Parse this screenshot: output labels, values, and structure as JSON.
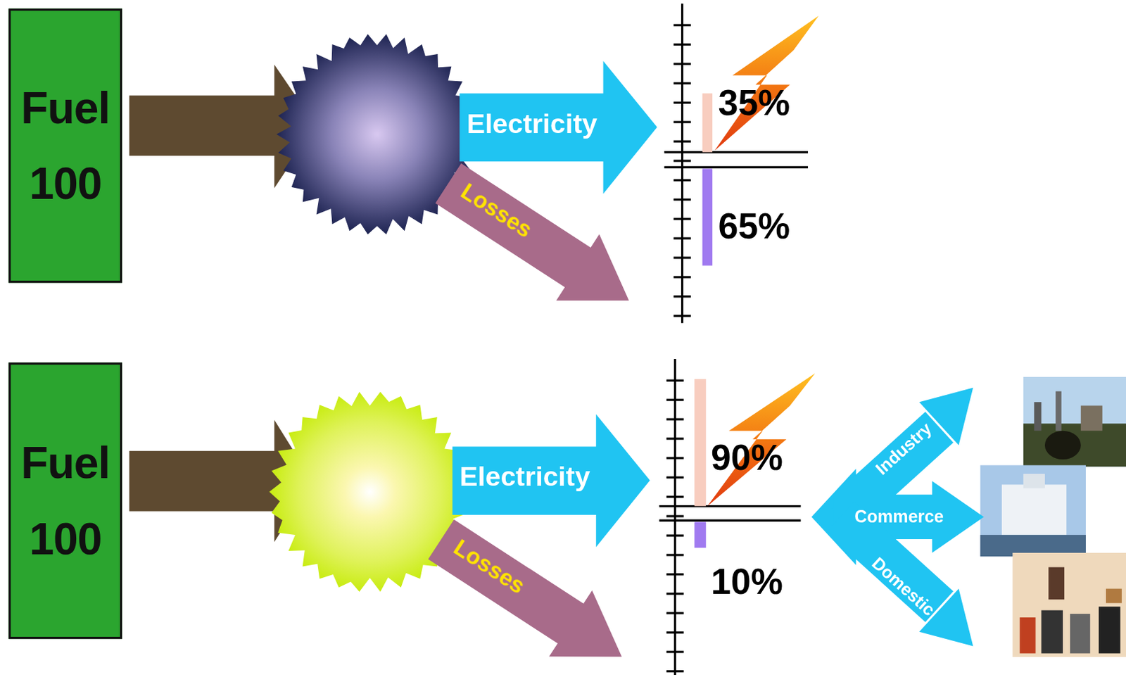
{
  "diagram": {
    "nodes": [
      {
        "text": [
          "Fuel 100"
        ]
      },
      {
        "text": [
          "Electricity"
        ]
      },
      {
        "text": [
          "Losses"
        ]
      },
      {
        "text": [
          "Fuel 100"
        ]
      },
      {
        "text": [
          "Electricity"
        ]
      },
      {
        "text": [
          "Losses"
        ]
      },
      {
        "text": [
          "Industry",
          "Commerce",
          "Domestic"
        ]
      }
    ],
    "labels": [
      "35%",
      "65%",
      "90%",
      "10%"
    ]
  }
}
